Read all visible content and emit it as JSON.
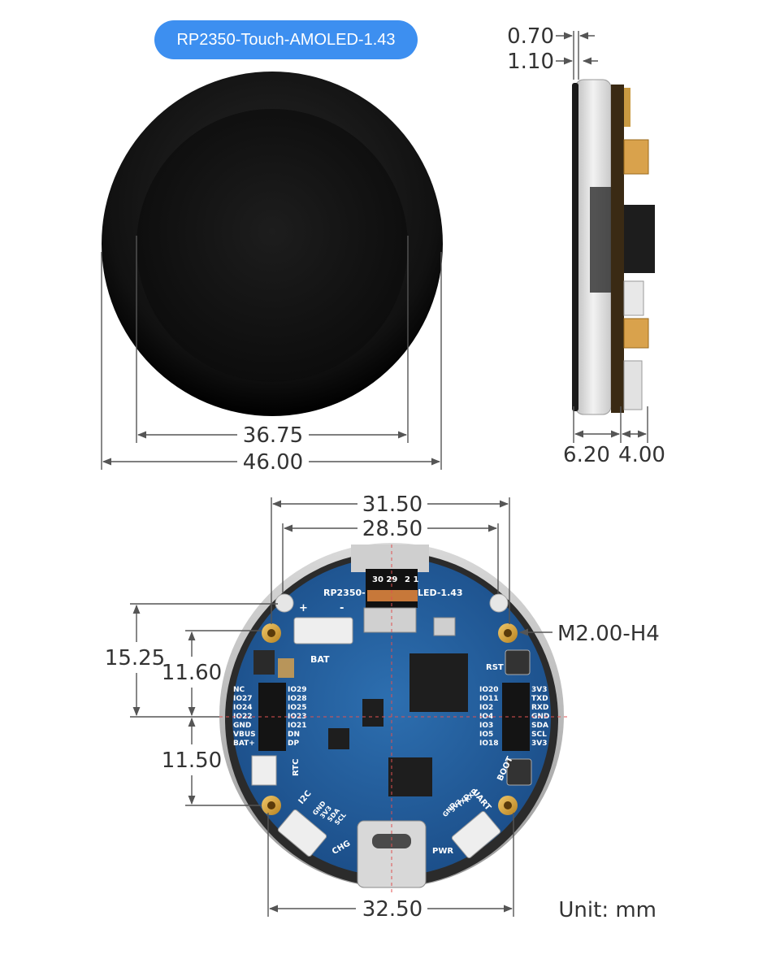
{
  "title": "RP2350-Touch-AMOLED-1.43",
  "front_view": {
    "dims": {
      "active_area": "36.75",
      "overall_diameter": "46.00"
    }
  },
  "side_view": {
    "dims": {
      "t1": "0.70",
      "t2": "1.10",
      "body": "6.20",
      "connector": "4.00"
    }
  },
  "back_view": {
    "dims": {
      "hole_span_top": "31.50",
      "hole_span_inner": "28.50",
      "height_upper": "15.25",
      "height_mid": "11.60",
      "height_lower": "11.50",
      "bottom_span": "32.50"
    },
    "hole_label": "M2.00-H4",
    "unit_label": "Unit: mm",
    "silkscreen": {
      "board_name_left": "RP2350-",
      "board_name_right": "LED-1.43",
      "fpc_numbers": [
        "30 29",
        "2 1"
      ],
      "bat": "BAT",
      "rst": "RST",
      "boot": "BOOT",
      "rtc": "RTC",
      "i2c": "I2C",
      "uart": "UART",
      "pwr": "PWR",
      "chg": "CHG",
      "plus": "+",
      "minus": "-",
      "left_pins": [
        "NC",
        "IO27",
        "IO24",
        "IO22",
        "GND",
        "VBUS",
        "BAT+"
      ],
      "mid_pins": [
        "IO29",
        "IO28",
        "IO25",
        "IO23",
        "IO21",
        "DN",
        "DP"
      ],
      "right_pins_a": [
        "IO20",
        "IO11",
        "IO2",
        "IO4",
        "IO3",
        "IO5",
        "IO18"
      ],
      "right_pins_b": [
        "3V3",
        "TXD",
        "RXD",
        "GND",
        "SDA",
        "SCL",
        "3V3"
      ],
      "i2c_pins": [
        "GND",
        "3V3",
        "SDA",
        "SCL"
      ],
      "uart_pins": [
        "GND",
        "3V3",
        "TXD",
        "RXD"
      ]
    }
  }
}
